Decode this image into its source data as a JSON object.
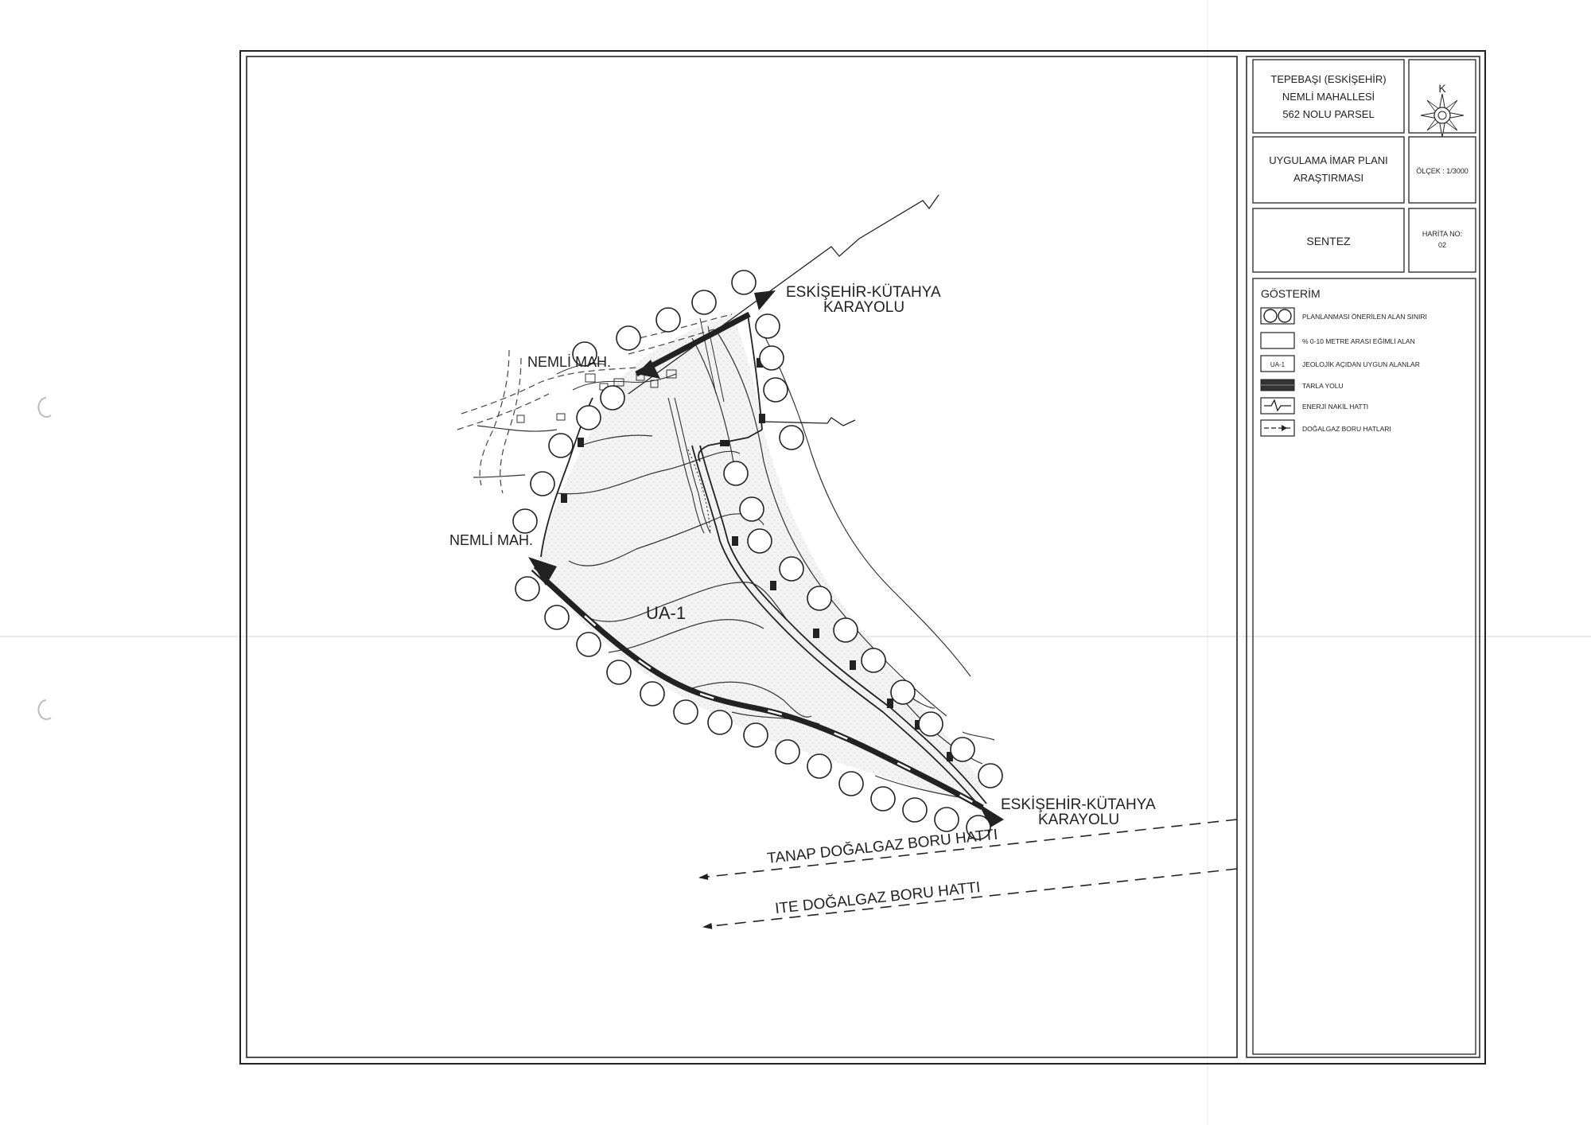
{
  "title_block": {
    "location_lines": [
      "TEPEBAŞI (ESKİŞEHİR)",
      "NEMLİ MAHALLESİ",
      "562 NOLU PARSEL"
    ],
    "north_letter": "K",
    "study_lines": [
      "UYGULAMA İMAR PLANI",
      "ARAŞTIRMASI"
    ],
    "scale_text": "ÖLÇEK : 1/3000",
    "map_title": "SENTEZ",
    "map_number_label": "HARİTA NO:",
    "map_number": "02"
  },
  "legend": {
    "heading": "GÖSTERİM",
    "items": [
      {
        "symbol": "circles-icon",
        "label": "PLANLANMASI ÖNERİLEN ALAN SINIRI"
      },
      {
        "symbol": "empty-box-icon",
        "label": "% 0-10 METRE ARASI EĞİMLİ ALAN"
      },
      {
        "symbol": "ua-box-icon",
        "code": "UA-1",
        "label": "JEOLOJİK AÇIDAN UYGUN ALANLAR"
      },
      {
        "symbol": "thick-line-icon",
        "label": "TARLA YOLU"
      },
      {
        "symbol": "power-line-icon",
        "label": "ENERJİ NAKİL HATTI"
      },
      {
        "symbol": "pipeline-icon",
        "label": "DOĞALGAZ BORU HATLARI"
      }
    ]
  },
  "map": {
    "highway_top_line1": "ESKİŞEHİR-KÜTAHYA",
    "highway_top_line2": "KARAYOLU",
    "highway_bottom_line1": "ESKİŞEHİR-KÜTAHYA",
    "highway_bottom_line2": "KARAYOLU",
    "village_top": "NEMLİ MAH.",
    "village_left": "NEMLİ MAH.",
    "zone_label": "UA-1",
    "pipeline_tanap": "TANAP DOĞALGAZ BORU HATTI",
    "pipeline_ite": "ITE DOĞALGAZ BORU HATTI"
  },
  "colors": {
    "ink": "#222222",
    "zone_fill": "#f1f1f1"
  }
}
